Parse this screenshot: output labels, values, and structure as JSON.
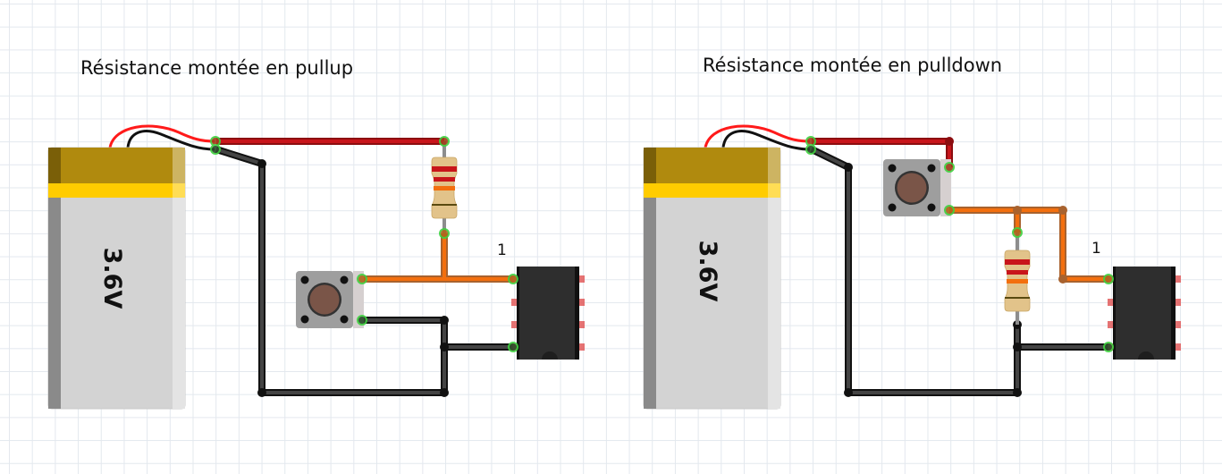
{
  "circuits": [
    {
      "id": "pullup",
      "title": "Résistance montée en pullup",
      "battery": {
        "label": "3.6V",
        "icon": "battery-icon"
      },
      "resistor": {
        "bands": [
          "#c8151b",
          "#c8151b",
          "#f36f0e",
          "#c6a62a"
        ]
      },
      "pushbutton": {
        "icon": "pushbutton-icon"
      },
      "chip": {
        "pin1_label": "1",
        "icon": "ic-dip8-icon"
      }
    },
    {
      "id": "pulldown",
      "title": "Résistance montée en pulldown",
      "battery": {
        "label": "3.6V",
        "icon": "battery-icon"
      },
      "resistor": {
        "bands": [
          "#c8151b",
          "#c8151b",
          "#f36f0e",
          "#c6a62a"
        ]
      },
      "pushbutton": {
        "icon": "pushbutton-icon"
      },
      "chip": {
        "pin1_label": "1",
        "icon": "ic-dip8-icon"
      }
    }
  ],
  "colors": {
    "wire_power": "#c8151b",
    "wire_ground": "#3a3a3a",
    "wire_signal": "#f36f0e",
    "connector_ok": "#3fd13f",
    "battery_top": "#b08a0e",
    "battery_band": "#ffcc00",
    "battery_body": "#d3d3d3",
    "chip_body": "#2b2b2b",
    "chip_pin": "#e05a5a",
    "button_body": "#9e9e9e",
    "button_cap": "#7a5548"
  }
}
